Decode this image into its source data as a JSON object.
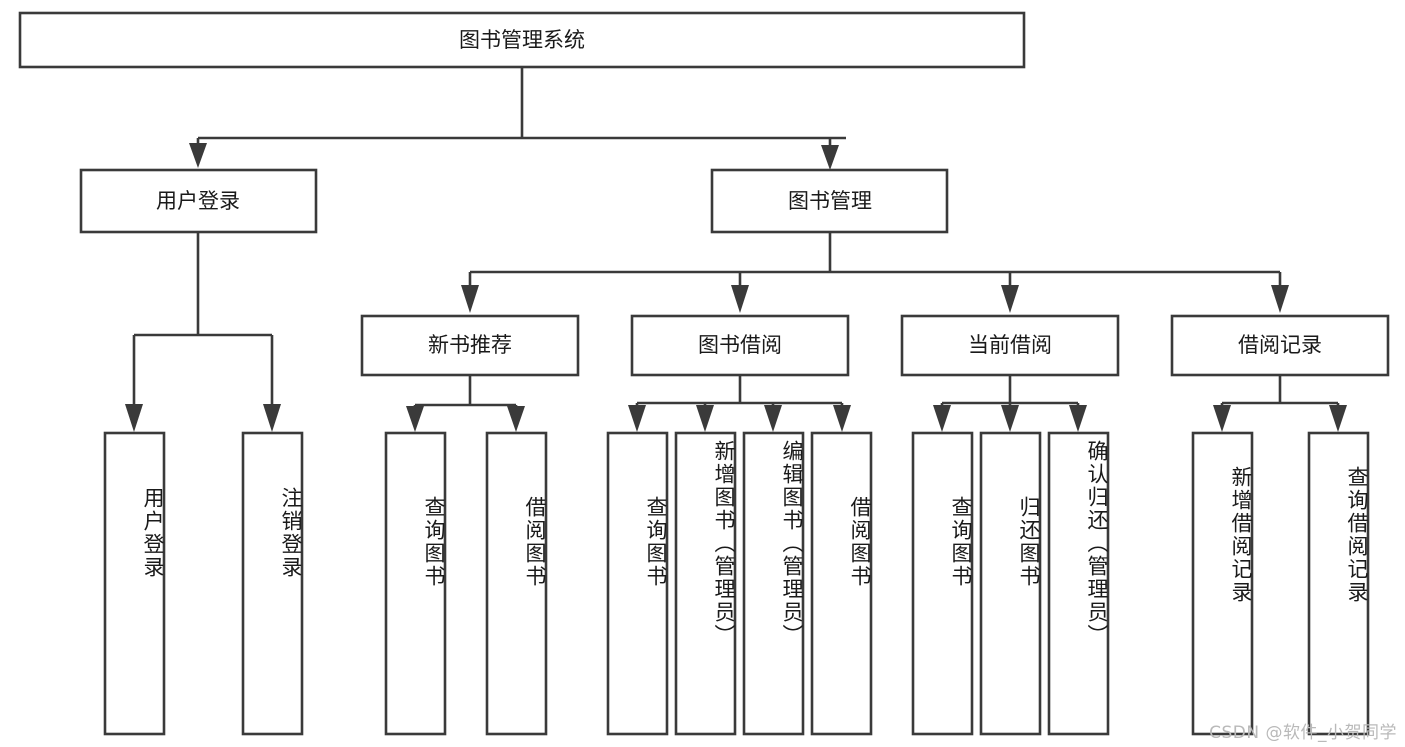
{
  "diagram": {
    "type": "tree-hierarchy",
    "title": "图书管理系统",
    "orientation": "top-down",
    "colors": {
      "box_stroke": "#3a3a3a",
      "box_fill": "#ffffff",
      "text": "#1a1a1a",
      "background": "#ffffff",
      "watermark": "#b9b9b9"
    },
    "root": {
      "label": "图书管理系统"
    },
    "level2": [
      {
        "id": "user-login",
        "label": "用户登录"
      },
      {
        "id": "book-management",
        "label": "图书管理"
      }
    ],
    "level3": [
      {
        "id": "new-book-recommend",
        "label": "新书推荐",
        "parent": "book-management"
      },
      {
        "id": "book-borrow",
        "label": "图书借阅",
        "parent": "book-management"
      },
      {
        "id": "current-borrow",
        "label": "当前借阅",
        "parent": "book-management"
      },
      {
        "id": "borrow-record",
        "label": "借阅记录",
        "parent": "book-management"
      }
    ],
    "leaves": [
      {
        "id": "leaf-user-login",
        "label": "用户登录",
        "parent": "user-login"
      },
      {
        "id": "leaf-logout-login",
        "label": "注销登录",
        "parent": "user-login"
      },
      {
        "id": "leaf-query-book-1",
        "label": "查询图书",
        "parent": "new-book-recommend"
      },
      {
        "id": "leaf-borrow-book-1",
        "label": "借阅图书",
        "parent": "new-book-recommend"
      },
      {
        "id": "leaf-query-book-2",
        "label": "查询图书",
        "parent": "book-borrow"
      },
      {
        "id": "leaf-add-book",
        "label": "新增图书（管理员）",
        "parent": "book-borrow"
      },
      {
        "id": "leaf-edit-book",
        "label": "编辑图书（管理员）",
        "parent": "book-borrow"
      },
      {
        "id": "leaf-borrow-book-2",
        "label": "借阅图书",
        "parent": "book-borrow"
      },
      {
        "id": "leaf-query-book-3",
        "label": "查询图书",
        "parent": "current-borrow"
      },
      {
        "id": "leaf-return-book",
        "label": "归还图书",
        "parent": "current-borrow"
      },
      {
        "id": "leaf-confirm-return",
        "label": "确认归还（管理员）",
        "parent": "current-borrow"
      },
      {
        "id": "leaf-add-record",
        "label": "新增借阅记录",
        "parent": "borrow-record"
      },
      {
        "id": "leaf-query-record",
        "label": "查询借阅记录",
        "parent": "borrow-record"
      }
    ]
  },
  "watermark": {
    "text": "CSDN @软件_小贺同学"
  }
}
